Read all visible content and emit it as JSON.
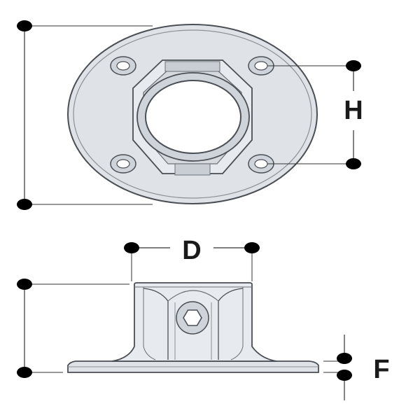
{
  "labels": {
    "height_spacing": "H",
    "diameter": "D",
    "flange_thickness": "F"
  },
  "colors": {
    "metal_fill": "#dfe3e8",
    "metal_light": "#eef1f4",
    "outline": "#4a4f55",
    "dimension_line": "#333333",
    "dot": "#000000"
  }
}
